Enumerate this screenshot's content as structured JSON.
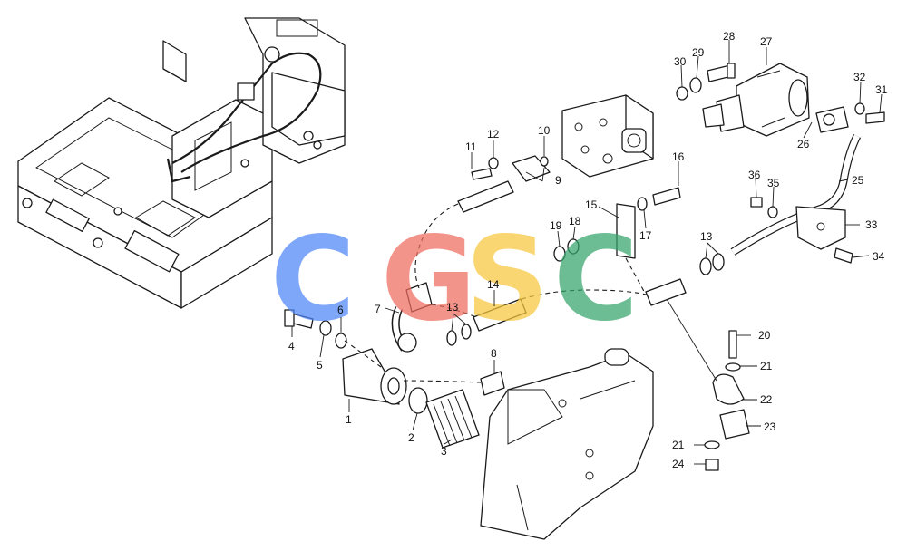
{
  "diagram": {
    "watermark": {
      "letters": [
        {
          "char": "C",
          "color": "#4f86f7"
        },
        {
          "char": "G",
          "color": "#ef6b5e"
        },
        {
          "char": "S",
          "color": "#f7c73b"
        },
        {
          "char": "C",
          "color": "#34a46b"
        }
      ]
    },
    "callouts": [
      "1",
      "2",
      "3",
      "4",
      "5",
      "6",
      "7",
      "8",
      "9",
      "10",
      "11",
      "12",
      "13",
      "13",
      "14",
      "15",
      "16",
      "17",
      "18",
      "19",
      "20",
      "21",
      "21",
      "22",
      "23",
      "24",
      "25",
      "26",
      "27",
      "28",
      "29",
      "30",
      "31",
      "32",
      "33",
      "34",
      "35",
      "36"
    ]
  }
}
